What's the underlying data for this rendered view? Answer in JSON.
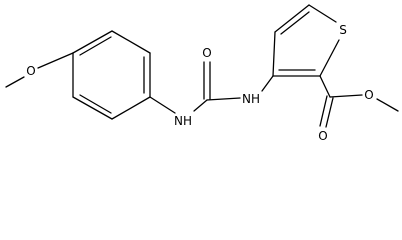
{
  "molecule": {
    "atoms": {
      "O_methoxy": "O",
      "N_aryl": "NH",
      "O_carbonyl": "O",
      "N_thienyl": "NH",
      "S_ring": "S",
      "O_ester_carbonyl": "O",
      "O_ester": "O"
    },
    "colors": {
      "bond": "#000000",
      "label": "#000000",
      "background": "#ffffff"
    }
  }
}
